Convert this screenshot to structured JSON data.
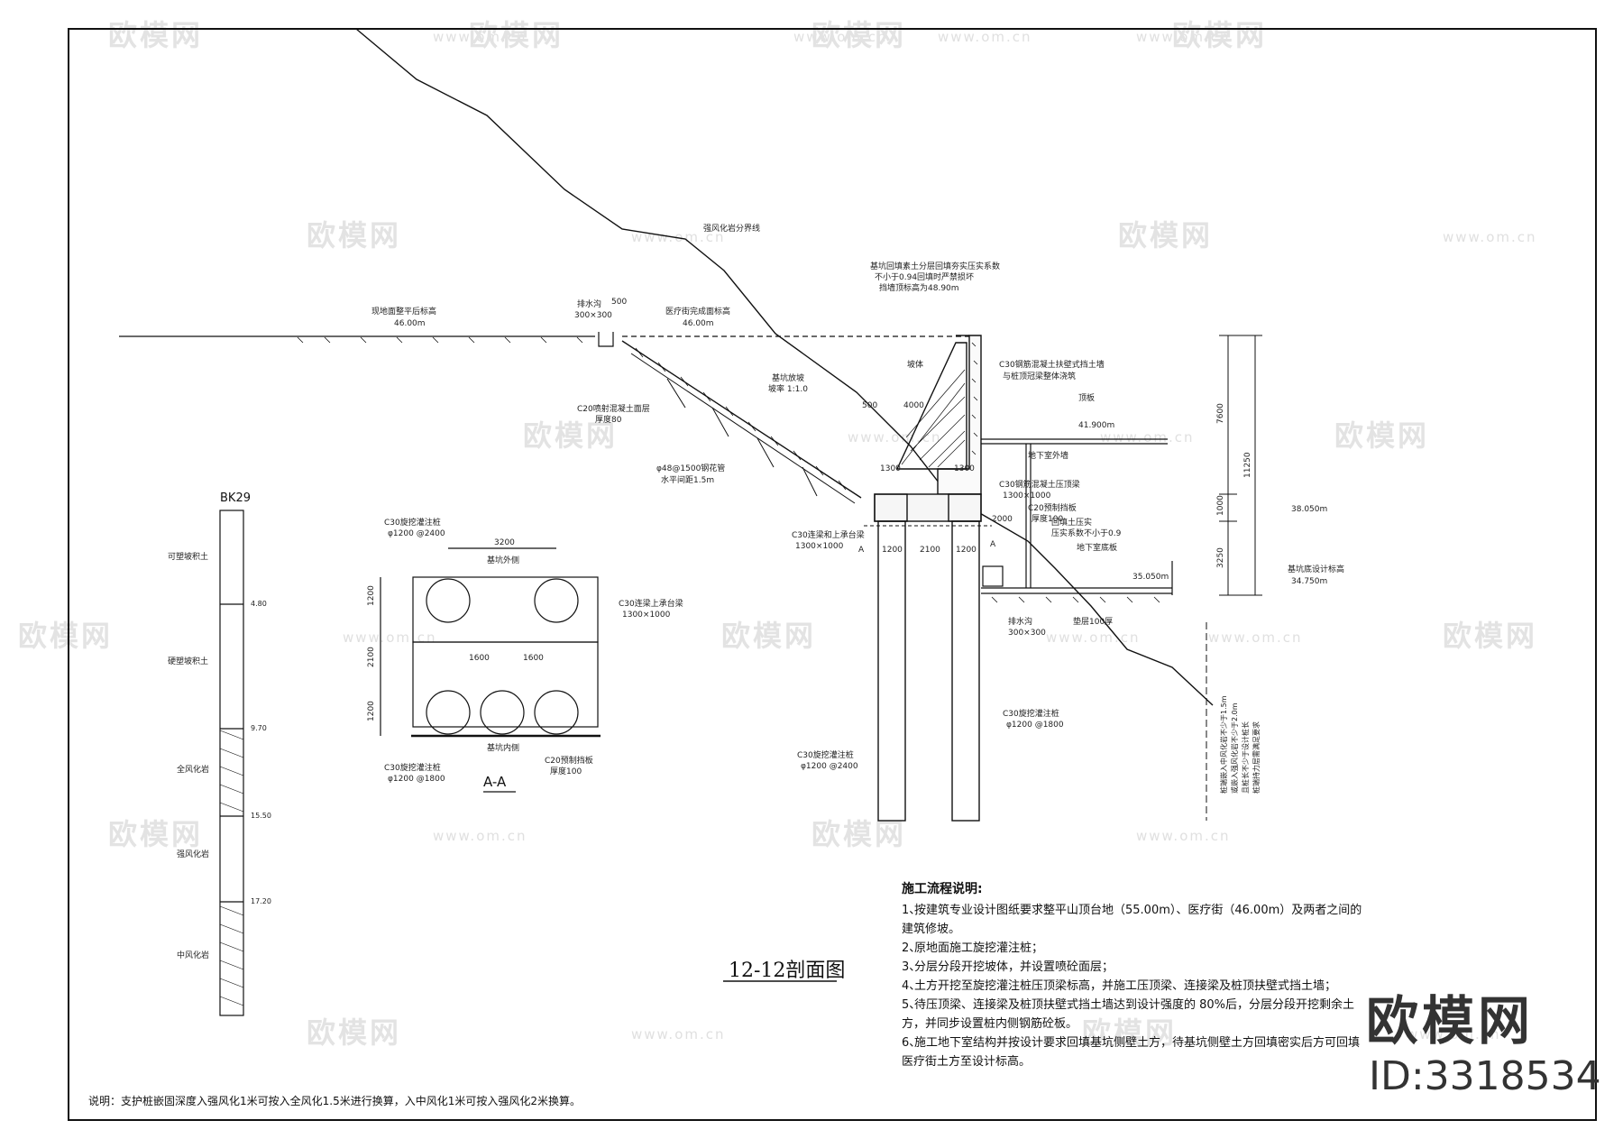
{
  "drawing": {
    "section_title": "12-12剖面图",
    "aa_title": "A-A",
    "borehole": {
      "id": "BK29",
      "layers": [
        {
          "name": "可塑坡积土",
          "bottom": "4.80"
        },
        {
          "name": "硬塑坡积土",
          "bottom": "9.70"
        },
        {
          "name": "全风化岩",
          "bottom": "15.50"
        },
        {
          "name": "强风化岩",
          "bottom": "17.20"
        },
        {
          "name": "中风化岩",
          "bottom": ""
        }
      ]
    },
    "labels": {
      "existing_ground": "现地面整平后标高",
      "existing_ground_val": "46.00m",
      "drain_top": "排水沟",
      "drain_top_size": "300×300",
      "dim_500_top": "500",
      "medical_street": "医疗街完成面标高",
      "medical_street_val": "46.00m",
      "rock_line": "强风化岩分界线",
      "backfill_note_1": "基坑回填素土分层回填夯实压实系数",
      "backfill_note_2": "不小于0.94回填时严禁损坏",
      "backfill_note_3": "挡墙顶标高为48.90m",
      "slope_protect": "坡体",
      "slope_len": "4000",
      "dim_500_mid": "500",
      "slope_ratio_label": "基坑放坡",
      "slope_ratio": "坡率 1:1.0",
      "shotcrete": "C20喷射混凝土面层",
      "shotcrete_thk": "厚度80",
      "soil_nail": "φ48@1500钢花管",
      "soil_nail_spacing": "水平间距1.5m",
      "wall_note_1": "C30钢筋混凝土扶壁式挡土墙",
      "wall_note_2": "与桩顶冠梁整体浇筑",
      "slab_label": "顶板",
      "slab_val": "41.900m",
      "basement_wall": "地下室外墙",
      "dim_1300_a": "1300",
      "dim_1300_b": "1300",
      "cap_beam": "C30钢筋混凝土压顶梁",
      "cap_beam_size": "1300×1000",
      "tie_beam": "C30连梁和上承台梁",
      "tie_beam_size": "1300×1000",
      "dim_2000": "2000",
      "board": "C20预制挡板",
      "board_thk": "厚度100",
      "backfill_soil": "回填土压实",
      "backfill_ratio": "压实系数不小于0.9",
      "floor_slab": "地下室底板",
      "pit_bottom_val": "35.050m",
      "drain_bottom": "排水沟",
      "drain_bottom_size": "300×300",
      "cushion": "垫层100厚",
      "dim_1200_a": "1200",
      "dim_2100": "2100",
      "dim_1200_b": "1200",
      "pile_inner": "C30旋挖灌注桩",
      "pile_inner_size": "φ1200 @1800",
      "pile_outer": "C30旋挖灌注桩",
      "pile_outer_size": "φ1200 @2400",
      "cut_a_left": "A",
      "cut_a_right": "A",
      "dim_7600": "7600",
      "dim_11250": "11250",
      "dim_1000": "1000",
      "dim_3250": "3250",
      "elev_mid": "38.050m",
      "elev_bottom_label": "基坑底设计标高",
      "elev_bottom": "34.750m",
      "vertical_note_1": "桩端嵌入中风化岩不少于1.5m",
      "vertical_note_2": "或嵌入强风化岩不少于2.0m",
      "vertical_note_3": "且桩长不少于设计桩长",
      "vertical_note_4": "桩端持力层需满足要求"
    },
    "aa": {
      "pile_top": "C30旋挖灌注桩",
      "pile_top_size": "φ1200 @2400",
      "dim_3200": "3200",
      "pit_inner_top": "基坑外侧",
      "beam": "C30连梁上承台梁",
      "beam_size": "1300×1000",
      "dim_1200_top": "1200",
      "dim_2100": "2100",
      "dim_1200_bot": "1200",
      "dim_1600_a": "1600",
      "dim_1600_b": "1600",
      "pit_inner_bottom": "基坑内侧",
      "board": "C20预制挡板",
      "board_thk": "厚度100",
      "pile_bottom": "C30旋挖灌注桩",
      "pile_bottom_size": "φ1200 @1800"
    },
    "notes": {
      "title": "施工流程说明:",
      "items": [
        "按建筑专业设计图纸要求整平山顶台地（55.00m）、医疗街（46.00m）及两者之间的建筑修坡。",
        "原地面施工旋挖灌注桩；",
        "分层分段开挖坡体，并设置喷砼面层；",
        "土方开挖至旋挖灌注桩压顶梁标高，并施工压顶梁、连接梁及桩顶扶壁式挡土墙；",
        "待压顶梁、连接梁及桩顶扶壁式挡土墙达到设计强度的 80%后，分层分段开挖剩余土方，并同步设置桩内侧钢筋砼板。",
        "施工地下室结构并按设计要求回填基坑侧壁土方，待基坑侧壁土方回填密实后方可回填医疗街土方至设计标高。"
      ]
    },
    "footnote": "说明：支护桩嵌固深度入强风化1米可按入全风化1.5米进行换算，入中风化1米可按入强风化2米换算。",
    "watermark": {
      "brand": "欧模网",
      "id": "ID:3318534",
      "url": "www.om.cn"
    }
  }
}
